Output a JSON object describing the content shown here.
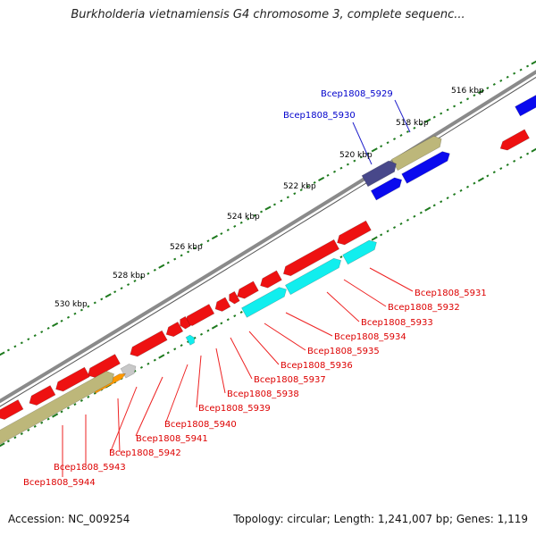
{
  "title": "Burkholderia vietnamiensis G4 chromosome 3, complete sequenc...",
  "footer": {
    "accession": "Accession: NC_009254",
    "stats": "Topology: circular; Length: 1,241,007 bp; Genes: 1,119"
  },
  "colors": {
    "background": "#ffffff",
    "backbone": "#8a8a8a",
    "tick": "#1e7a1e",
    "cds_red": "#ee1111",
    "cds_blue": "#0a0aee",
    "cds_cyan": "#11eeee",
    "cds_olive": "#bdb77a",
    "cds_gray": "#c8c8c8",
    "cds_orange": "#ff9900",
    "cds_slate": "#48488a",
    "label_red": "#dd0000",
    "label_blue": "#0000cc",
    "leader_red": "#ee2222",
    "leader_blue": "#2222cc"
  },
  "scale_labels": [
    "516 kbp",
    "518 kbp",
    "520 kbp",
    "522 kbp",
    "524 kbp",
    "526 kbp",
    "528 kbp",
    "530 kbp"
  ],
  "gene_labels": [
    {
      "text": "Bcep1808_5929",
      "color": "blue"
    },
    {
      "text": "Bcep1808_5930",
      "color": "blue"
    },
    {
      "text": "Bcep1808_5931",
      "color": "red"
    },
    {
      "text": "Bcep1808_5932",
      "color": "red"
    },
    {
      "text": "Bcep1808_5933",
      "color": "red"
    },
    {
      "text": "Bcep1808_5934",
      "color": "red"
    },
    {
      "text": "Bcep1808_5935",
      "color": "red"
    },
    {
      "text": "Bcep1808_5936",
      "color": "red"
    },
    {
      "text": "Bcep1808_5937",
      "color": "red"
    },
    {
      "text": "Bcep1808_5938",
      "color": "red"
    },
    {
      "text": "Bcep1808_5939",
      "color": "red"
    },
    {
      "text": "Bcep1808_5940",
      "color": "red"
    },
    {
      "text": "Bcep1808_5941",
      "color": "red"
    },
    {
      "text": "Bcep1808_5942",
      "color": "red"
    },
    {
      "text": "Bcep1808_5943",
      "color": "red"
    },
    {
      "text": "Bcep1808_5944",
      "color": "red"
    }
  ]
}
